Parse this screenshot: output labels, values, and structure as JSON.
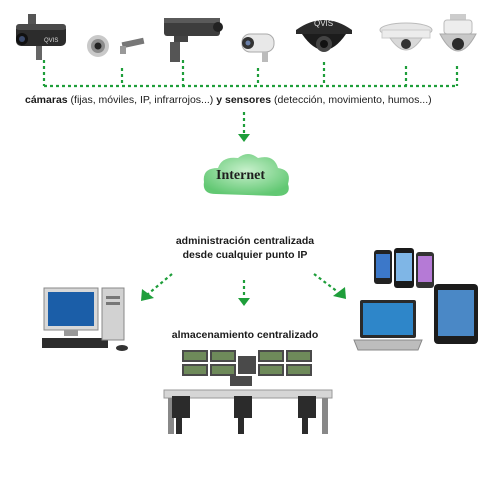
{
  "caption": {
    "cameras_word": "cámaras",
    "cameras_detail": "(fijas, móviles, IP, infrarrojos...)",
    "connector": "y",
    "sensors_word": "sensores",
    "sensors_detail": "(detección, movimiento, humos...)"
  },
  "cloud": {
    "label": "Internet"
  },
  "admin": {
    "line1": "administración centralizada",
    "line2": "desde cualquier punto IP"
  },
  "storage": {
    "label": "almacenamiento centralizado"
  },
  "camera_brand": "QVIS",
  "colors": {
    "connector": "#1e9e3a",
    "cloud": "#7ed88c",
    "text": "#1b1b1b"
  }
}
